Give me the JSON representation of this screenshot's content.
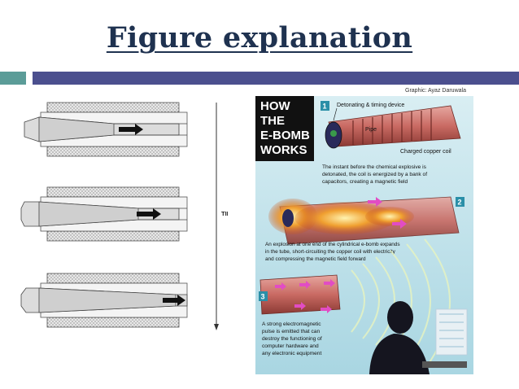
{
  "slide": {
    "title": "Figure explanation"
  },
  "diagram": {
    "time_label": "TIME"
  },
  "infographic": {
    "credit": "Graphic: Ayaz Daruwala",
    "heading_lines": [
      "HOW",
      "THE",
      "E-BOMB",
      "WORKS"
    ],
    "labels": {
      "detonating_device": "Detonating & timing device",
      "pipe": "Pipe",
      "charged_coil": "Charged copper coil"
    },
    "steps": [
      {
        "number": "1",
        "lines": [
          "The instant before the chemical explosive is",
          "detonated, the coil is energized by a bank of",
          "capacitors, creating a magnetic field"
        ]
      },
      {
        "number": "2",
        "lines": [
          "An explosion at one end of the cylindrical e-bomb expands",
          "in the tube, short-circuiting the copper coil with electricity",
          "and compressing the magnetic field forward"
        ]
      },
      {
        "number": "3",
        "lines": [
          "A strong electromagnetic",
          "pulse is emitted that can",
          "destroy the functioning of",
          "computer hardware and",
          "any electronic equipment"
        ]
      }
    ],
    "colors": {
      "panel_bg": "#bfe0ea",
      "heading_bg": "#111111",
      "pipe": "#c96a63",
      "coil": "#8b2f2a",
      "fire": "#e8902a",
      "arrow": "#e24cc4",
      "badge": "#2a8fa8"
    }
  }
}
